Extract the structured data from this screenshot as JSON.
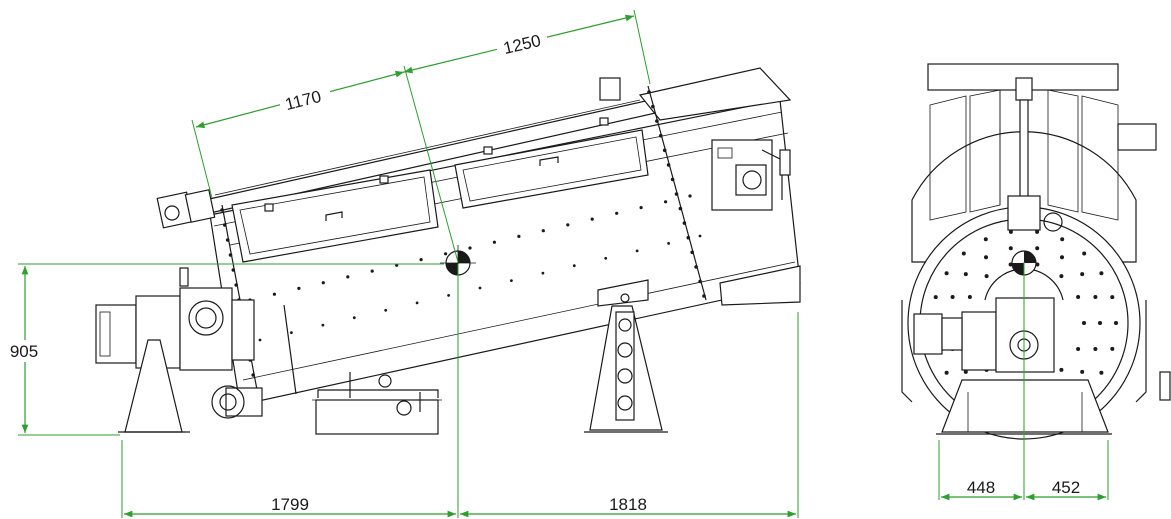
{
  "colors": {
    "line": "#1a1a1a",
    "dimension": "#2e9e2e",
    "background": "#ffffff"
  },
  "dimensions": {
    "d1250": "1250",
    "d1170": "1170",
    "d905": "905",
    "d1799": "1799",
    "d1818": "1818",
    "d448": "448",
    "d452": "452"
  }
}
